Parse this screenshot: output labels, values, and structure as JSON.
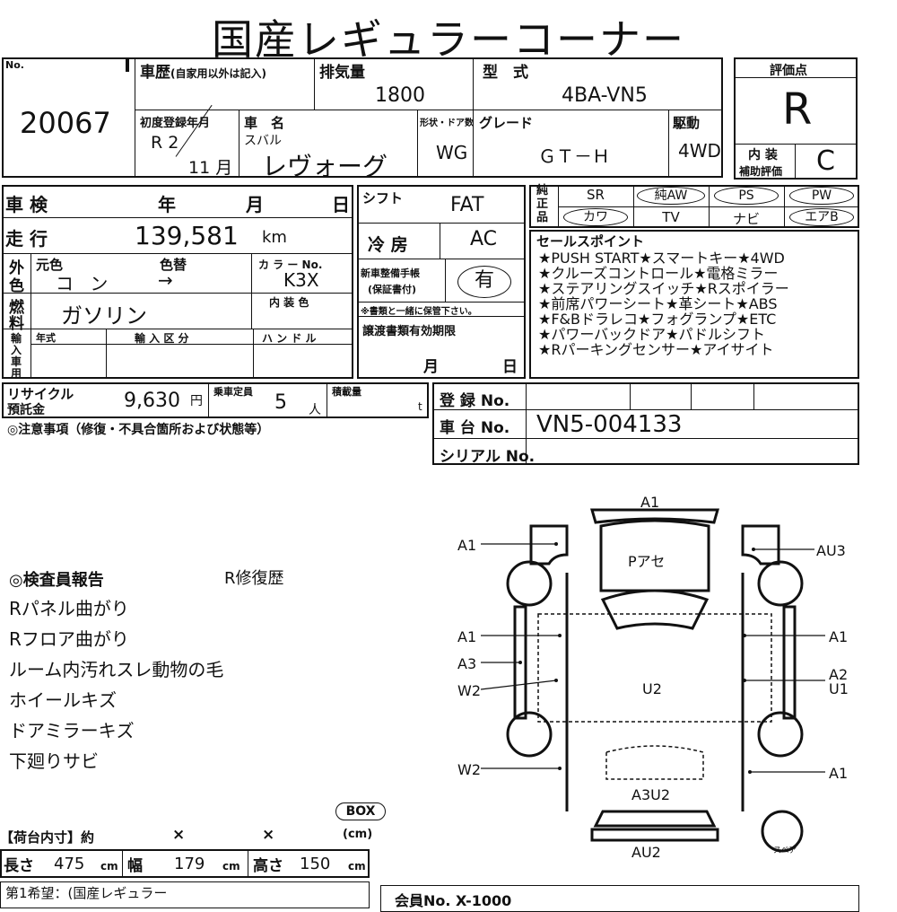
{
  "title": "国産レギュラーコーナー",
  "header": {
    "no_label": "No.",
    "no_value": "20067",
    "history_label": "車歴",
    "history_note": "(自家用以外は記入)",
    "displacement_label": "排気量",
    "displacement_value": "1800",
    "model_label": "型　式",
    "model_value": "4BA-VN5",
    "first_reg_label": "初度登録年月",
    "first_reg_era": "R 2",
    "first_reg_month": "11 月",
    "name_label": "車　名",
    "maker": "スバル",
    "car_name": "レヴォーグ",
    "shape_label": "形状・ドア数",
    "shape_value": "WG",
    "grade_label": "グレード",
    "grade_value": "ＧＴ－Ｈ",
    "drive_label": "駆動",
    "drive_value": "4WD"
  },
  "evaluation": {
    "label": "評価点",
    "score": "R",
    "interior_label_1": "内 装",
    "interior_label_2": "補助評価",
    "interior_value": "C"
  },
  "specs": {
    "inspection_label": "車 検",
    "year_label": "年",
    "month_label": "月",
    "day_label": "日",
    "mileage_label": "走 行",
    "mileage_value": "139,581",
    "mileage_unit": "km",
    "exterior_label_1": "外",
    "exterior_label_2": "色",
    "orig_color_label": "元色",
    "color_change_label": "色替",
    "orig_color_value": "コ ン",
    "arrow": "→",
    "color_no_label": "カ ラ ー No.",
    "color_no_value": "K3X",
    "interior_color_label": "内 装 色",
    "fuel_label_1": "燃",
    "fuel_label_2": "料",
    "fuel_value": "ガソリン",
    "import_label_1": "輸",
    "import_label_2": "入",
    "import_label_3": "車",
    "import_label_4": "用",
    "model_year_label": "年式",
    "import_type_label": "輸 入 区 分",
    "handle_label": "ハ ン ド ル",
    "shift_label": "シフト",
    "shift_value": "FAT",
    "ac_label": "冷 房",
    "ac_value": "AC",
    "manual_label_1": "新車整備手帳",
    "manual_label_2": "(保証書付)",
    "manual_value": "有",
    "manual_note": "※書類と一緒に保管下さい。",
    "transfer_label": "譲渡書類有効期限",
    "transfer_month": "月",
    "transfer_day": "日",
    "recycle_label_1": "リサイクル",
    "recycle_label_2": "預託金",
    "recycle_value": "9,630",
    "recycle_unit": "円",
    "capacity_label": "乗車定員",
    "capacity_value": "5",
    "capacity_unit": "人",
    "load_label": "積載量",
    "load_unit": "t",
    "caution_label": "◎注意事項（修復・不具合箇所および状態等）"
  },
  "equipment": {
    "label_1": "純",
    "label_2": "正",
    "label_3": "品",
    "items": [
      "SR",
      "純AW",
      "PS",
      "PW",
      "カワ",
      "TV",
      "ナビ",
      "エアB"
    ]
  },
  "selling_points": {
    "label": "セールスポイント",
    "lines": [
      "★PUSH START★スマートキー★4WD",
      "★クルーズコントロール★電格ミラー",
      "★ステアリングスイッチ★Rスポイラー",
      "★前席パワーシート★革シート★ABS",
      "★F&Bドラレコ★フォグランプ★ETC",
      "★パワーバックドア★パドルシフト",
      "★Rパーキングセンサー★アイサイト"
    ]
  },
  "registration": {
    "reg_label": "登 録 No.",
    "chassis_label": "車 台 No.",
    "chassis_value": "VN5-004133",
    "serial_label": "シリアル No."
  },
  "inspector": {
    "title": "◎検査員報告",
    "repair": "R修復歴",
    "items": [
      "Rパネル曲がり",
      "Rフロア曲がり",
      "ルーム内汚れスレ動物の毛",
      "ホイールキズ",
      "ドアミラーキズ",
      "下廻りサビ"
    ]
  },
  "cargo": {
    "label": "【荷台内寸】約",
    "x1": "×",
    "x2": "×",
    "box": "BOX",
    "cm": "(cm)",
    "length_label": "長さ",
    "length_value": "475",
    "width_label": "幅",
    "width_value": "179",
    "height_label": "高さ",
    "height_value": "150",
    "unit": "cm"
  },
  "footer": {
    "first_choice": "第1希望：(国産レギュラー",
    "right_partial": "会員No.  X-1000"
  },
  "diagram": {
    "labels": {
      "top": "A1",
      "front_left": "A1",
      "front_right": "AU3",
      "hood": "Pアセ",
      "left_1": "A1",
      "left_2": "A3",
      "left_3": "W2",
      "right_1": "A1",
      "right_2": "A2",
      "right_3": "U1",
      "roof": "U2",
      "rear_left": "W2",
      "rear_right": "A1",
      "rear": "A3U2",
      "bottom": "AU2",
      "spare": "スペア"
    }
  }
}
